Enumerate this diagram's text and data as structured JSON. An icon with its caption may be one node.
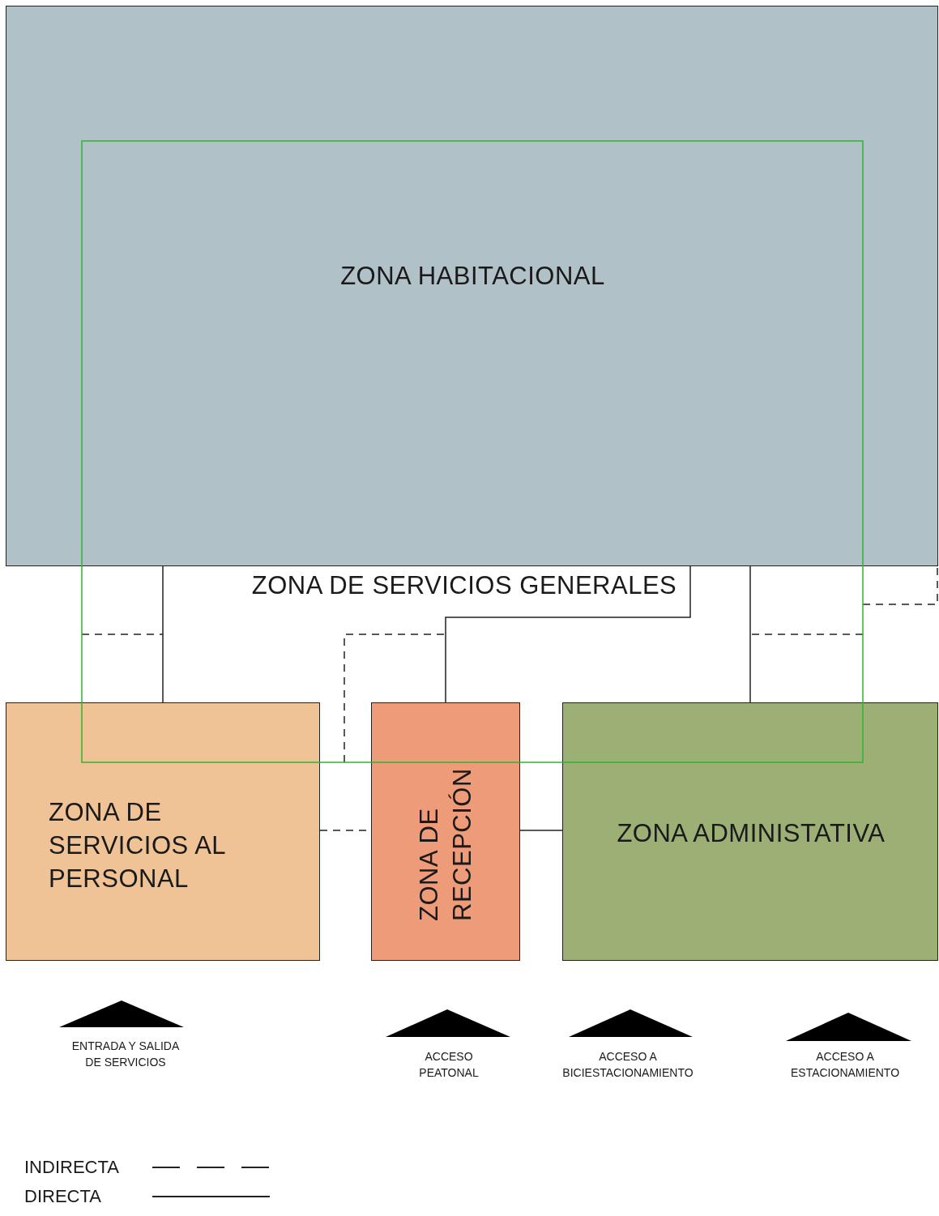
{
  "diagram": {
    "nodes": [
      {
        "text": [
          "ZONA HABITACIONAL"
        ]
      },
      {
        "text": [
          "ZONA DE SERVICIOS GENERALES"
        ]
      },
      {
        "text": [
          "ZONA DE SERVICIOS AL PERSONAL"
        ]
      },
      {
        "text": [
          "ZONA DE RECEPCIÓN"
        ]
      },
      {
        "text": [
          "ZONA ADMINISTATIVA"
        ]
      }
    ],
    "edges": [
      {
        "from": 0,
        "to": 2,
        "arrow": "none"
      },
      {
        "from": 0,
        "to": 3,
        "arrow": "none"
      },
      {
        "from": 0,
        "to": 4,
        "arrow": "none"
      },
      {
        "from": 2,
        "to": 3,
        "arrow": "none",
        "style": "dashed"
      },
      {
        "from": 3,
        "to": 4,
        "arrow": "none"
      }
    ],
    "labels": [
      "ENTRADA Y SALIDA DE SERVICIOS",
      "ACCESO PEATONAL",
      "ACCESO A BICIESTACIONAMIENTO",
      "ACCESO A ESTACIONAMIENTO"
    ],
    "legend": [
      {
        "text": "INDIRECTA"
      },
      {
        "text": "DIRECTA"
      }
    ]
  }
}
